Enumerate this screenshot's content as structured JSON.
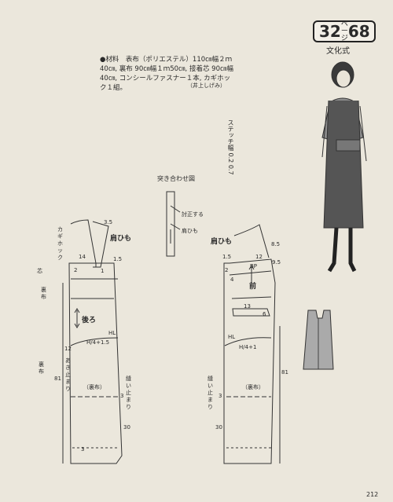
{
  "header": {
    "page_ref_number": "32",
    "page_ref_unit": "ページ",
    "pattern_number": "68",
    "publisher": "文化式"
  },
  "materials": {
    "text": "●材料　表布（ポリエステル）110㎝幅２ｍ40㎝, 裏布 90㎝幅１ｍ50㎝, 接着芯 90㎝幅 40㎝, コンシールファスナー１本, カギホック１組。",
    "credit": "（井上しげみ）"
  },
  "stitch_width": {
    "label": "ステッチ幅",
    "values": "0.2 0.7"
  },
  "detail": {
    "title": "突き合わせ図",
    "label_stitch": "討正する",
    "label_strap": "肩ひも"
  },
  "back_pattern": {
    "strap": "肩ひも",
    "hook": "カギホック",
    "core": "芯",
    "lining_top": "裏布",
    "direction": "後ろ",
    "hl": "HL",
    "waist_formula_h": "H",
    "waist_formula_rest": "+1.5",
    "waist_formula_den": "4",
    "opening": "あき止まり",
    "lining_body": "（裏布）",
    "lining_side": "裏布",
    "sewing_end": "縫い止まり",
    "m_14": "14",
    "m_35": "3.5",
    "m_15": "1.5",
    "m_2": "2",
    "m_1": "1",
    "m_12": "12",
    "m_3": "3",
    "m_81": "81",
    "m_30": "30",
    "m_3b": "3"
  },
  "front_pattern": {
    "strap": "肩ひも",
    "bp": "BP",
    "direction": "前",
    "hl": "HL",
    "waist_formula_h": "H",
    "waist_formula_rest": "+1",
    "waist_formula_den": "4",
    "lining_body": "（裏布）",
    "sewing_end": "縫い止まり",
    "m_85": "8.5",
    "m_12": "12",
    "m_15": "1.5",
    "m_2": "2",
    "m_4": "4",
    "m_95": "9.5",
    "m_13": "13",
    "m_6": "6",
    "m_81": "81",
    "m_3": "3",
    "m_30": "30"
  },
  "page_number": "212"
}
